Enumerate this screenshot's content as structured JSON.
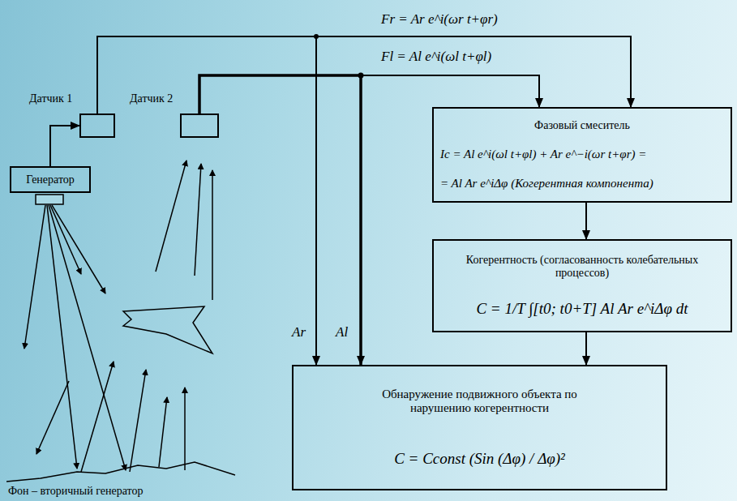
{
  "diagram": {
    "nodes": [
      {
        "text": [
          "Датчик 1"
        ]
      },
      {
        "text": [
          "Датчик 2"
        ]
      },
      {
        "text": [
          "Генератор"
        ]
      },
      {
        "text": [
          "Фазовый смеситель",
          "Ic = Al e^i(ωl t+φl) + Ar e^−i(ωr t+φr) =",
          "= Al Ar e^iΔφ (Когерентная компонента)"
        ]
      },
      {
        "text": [
          "Когерентность (согласованность колебательных процессов)",
          "C = 1/T ∫[t0; t0+T] Al Ar e^iΔφ dt"
        ]
      },
      {
        "text": [
          "Обнаружение подвижного объекта по нарушению когерентности",
          "C = Cconst (Sin (Δφ) / Δφ)²"
        ]
      }
    ],
    "edges": [
      {
        "from": 2,
        "to": 0,
        "arrow": "to"
      },
      {
        "from": 0,
        "to": 3,
        "label": "Fr = Ar e^i(ωr t+φr)",
        "arrow": "to"
      },
      {
        "from": 0,
        "to": 5,
        "label": "Ar",
        "arrow": "to"
      },
      {
        "from": 1,
        "to": 3,
        "label": "Fl = Al e^i(ωl t+φl)",
        "arrow": "to"
      },
      {
        "from": 1,
        "to": 5,
        "label": "Al",
        "arrow": "to"
      },
      {
        "from": 3,
        "to": 4,
        "arrow": "to"
      },
      {
        "from": 4,
        "to": 5,
        "arrow": "to"
      }
    ],
    "labels": [
      "Фон – вторичный генератор"
    ]
  }
}
